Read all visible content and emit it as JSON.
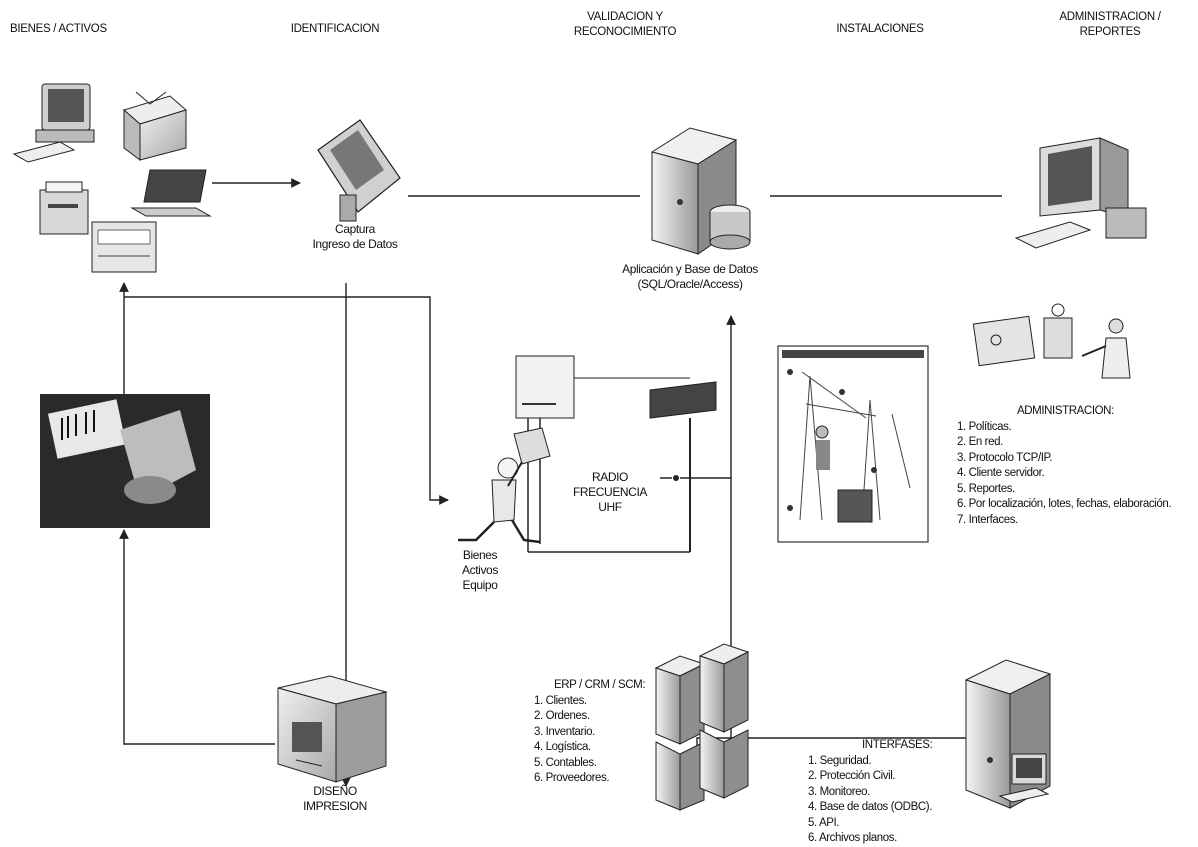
{
  "headers": {
    "bienes": "BIENES / ACTIVOS",
    "identificacion": "IDENTIFICACION",
    "validacion": "VALIDACION Y\nRECONOCIMIENTO",
    "instalaciones": "INSTALACIONES",
    "administracion": "ADMINISTRACION /\nREPORTES"
  },
  "nodes": {
    "captura": "Captura\nIngreso de Datos",
    "aplicacion": "Aplicación y Base de Datos\n(SQL/Oracle/Access)",
    "radio": "RADIO\nFRECUENCIA\nUHF",
    "bienes_equipo": "Bienes\nActivos\nEquipo",
    "diseno": "DISEÑO\nIMPRESION"
  },
  "administracion": {
    "title": "ADMINISTRACION:",
    "items": [
      "1. Políticas.",
      "2. En red.",
      "3. Protocolo TCP/IP.",
      "4. Cliente servidor.",
      "5. Reportes.",
      "6. Por localización, lotes, fechas, elaboración.",
      "7. Interfaces."
    ]
  },
  "erp": {
    "title": "ERP / CRM / SCM:",
    "items": [
      "1. Clientes.",
      "2. Ordenes.",
      "3. Inventario.",
      "4. Logística.",
      "5. Contables.",
      "6. Proveedores."
    ]
  },
  "interfases": {
    "title": "INTERFASES:",
    "items": [
      "1. Seguridad.",
      "2. Protección Civil.",
      "3. Monitoreo.",
      "4. Base de datos (ODBC).",
      "5. API.",
      "6. Archivos planos."
    ]
  },
  "icons": [
    "computer-icon",
    "box-icon",
    "printer-icon",
    "laptop-icon",
    "scanner-icon",
    "handheld-terminal-icon",
    "server-database-icon",
    "workstation-icon",
    "security-guard-icon",
    "barcode-photo-icon",
    "rfid-reader-icon",
    "rfid-antenna-icon",
    "worker-laptop-icon",
    "rfid-installation-illustration",
    "label-printer-icon",
    "erp-servers-icon",
    "interface-server-icon"
  ]
}
